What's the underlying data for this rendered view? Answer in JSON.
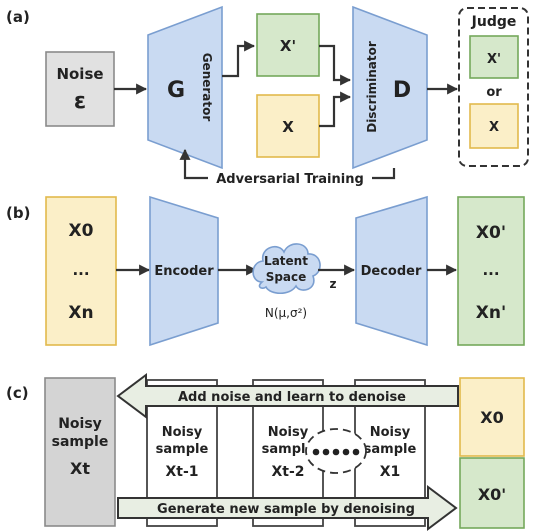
{
  "panel_a": {
    "label": "(a)",
    "noise_title": "Noise",
    "noise_symbol": "ε",
    "generator_letter": "G",
    "generator_name": "Generator",
    "fake_sample": "X'",
    "real_sample": "X",
    "discriminator_letter": "D",
    "discriminator_name": "Discriminator",
    "judge_title": "Judge",
    "judge_fake": "X'",
    "judge_or": "or",
    "judge_real": "X",
    "feedback_label": "Adversarial Training"
  },
  "panel_b": {
    "label": "(b)",
    "input_first": "X0",
    "input_dots": "...",
    "input_last": "Xn",
    "encoder": "Encoder",
    "latent_line1": "Latent",
    "latent_line2": "Space",
    "latent_var": "z",
    "latent_dist": "N(μ,σ²)",
    "decoder": "Decoder",
    "output_first": "X0'",
    "output_dots": "...",
    "output_last": "Xn'"
  },
  "panel_c": {
    "label": "(c)",
    "noisy_main_line1": "Noisy",
    "noisy_main_line2": "sample",
    "noisy_main_var": "Xt",
    "forward_label": "Add noise and learn to denoise",
    "reverse_label": "Generate new sample by denoising",
    "step1_line1": "Noisy",
    "step1_line2": "sample",
    "step1_var": "Xt-1",
    "step2_line1": "Noisy",
    "step2_line2": "sample",
    "step2_var": "Xt-2",
    "step3_line1": "Noisy",
    "step3_line2": "sample",
    "step3_var": "X1",
    "clean_sample": "X0",
    "generated_sample": "X0'"
  },
  "colors": {
    "grey": "#e1e1e1",
    "green": "#d6e8cb",
    "yellow": "#fbefc8",
    "blue": "#c9daf2"
  }
}
